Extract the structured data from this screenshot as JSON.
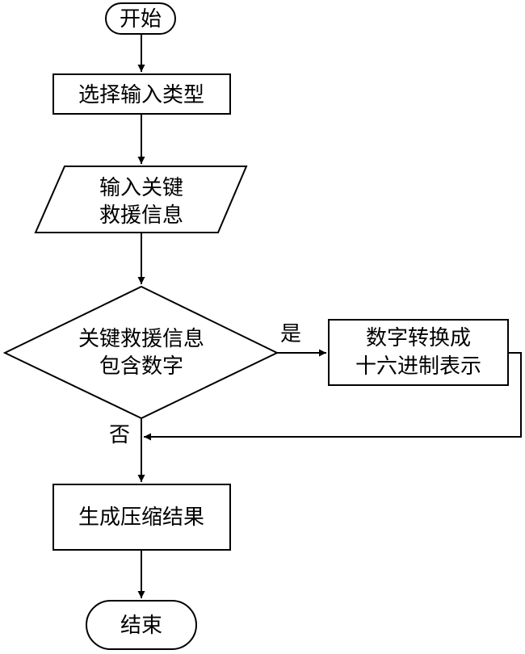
{
  "flowchart": {
    "start": "开始",
    "select_type": "选择输入类型",
    "input_info": [
      "输入关键",
      "救援信息"
    ],
    "decision": [
      "关键救援信息",
      "包含数字"
    ],
    "convert": [
      "数字转换成",
      "十六进制表示"
    ],
    "yes_label": "是",
    "no_label": "否",
    "generate": "生成压缩结果",
    "end": "结束"
  }
}
